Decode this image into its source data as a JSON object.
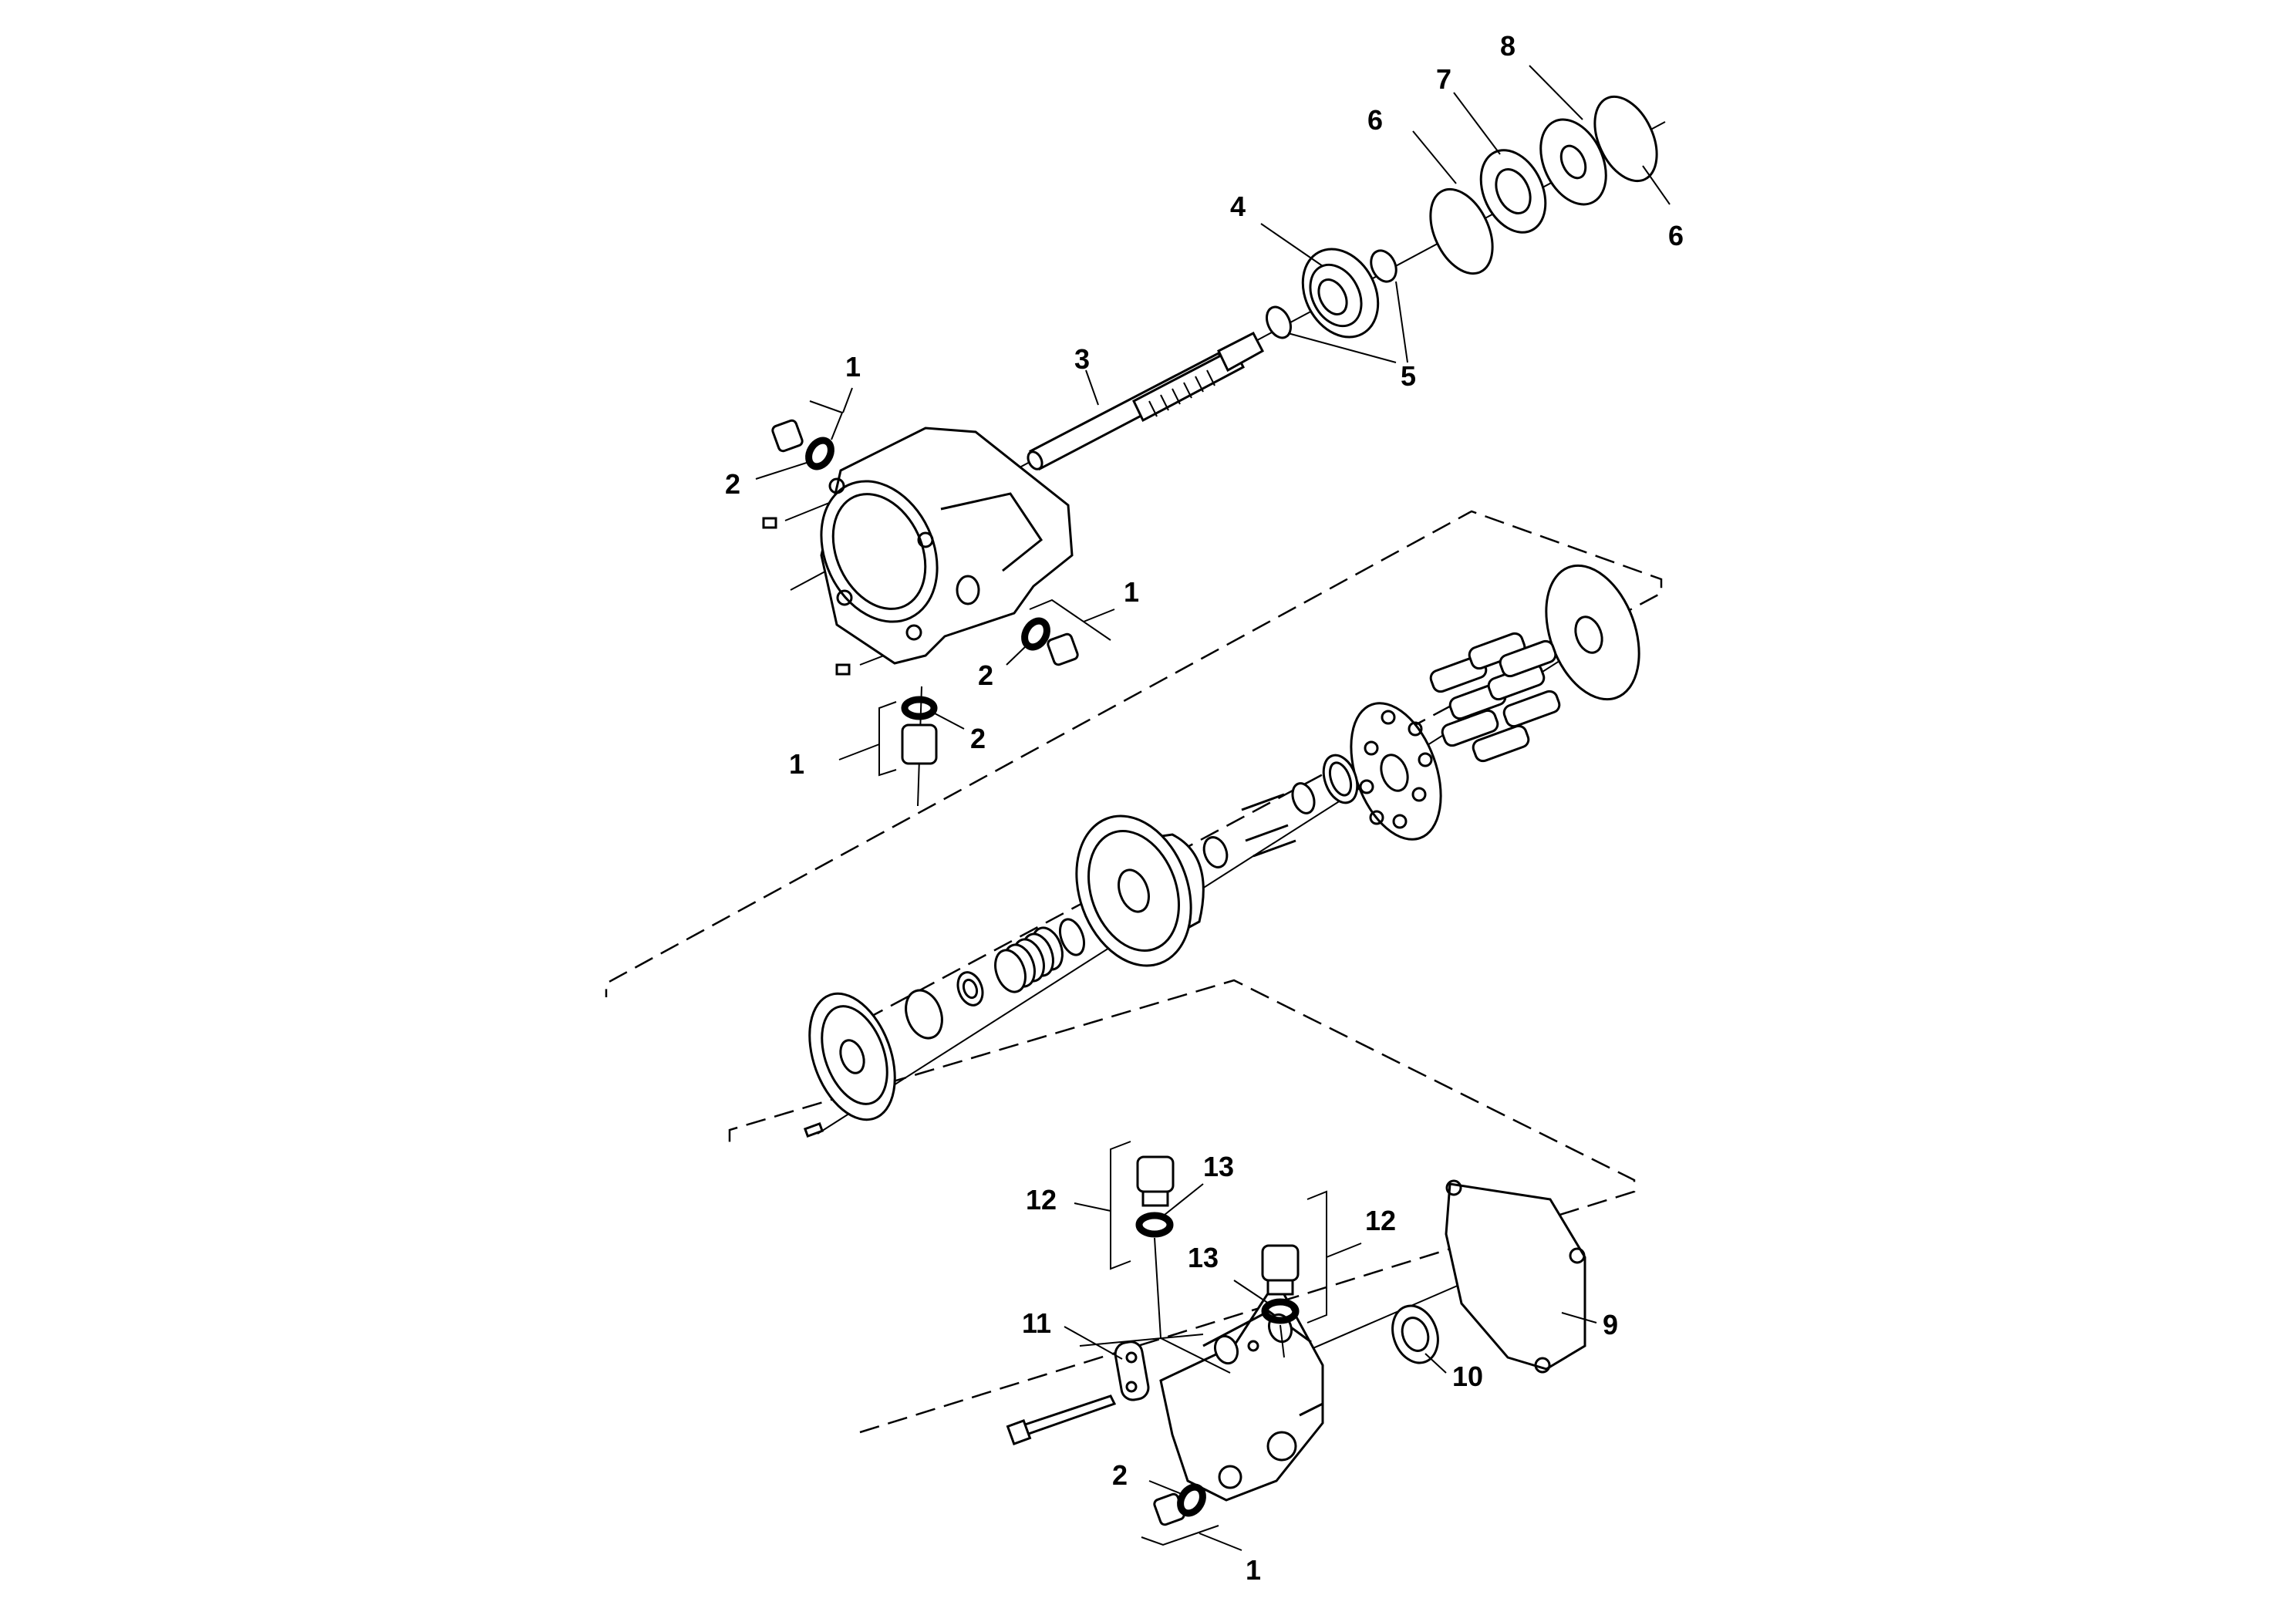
{
  "figure": {
    "type": "exploded-parts-diagram",
    "line_color": "#000000",
    "background_color": "#ffffff"
  },
  "callouts": {
    "housing_plug_top": "1",
    "housing_oring_top": "2",
    "housing_plug_side": "1",
    "housing_oring_side": "2",
    "housing_plug_bottom": "1",
    "housing_oring_bottom": "2",
    "shaft": "3",
    "bearing": "4",
    "snap_ring_small": "5",
    "retaining_ring_left": "6",
    "shaft_seal": "7",
    "washer": "8",
    "retaining_ring_right": "6",
    "gasket": "9",
    "needle_bearing": "10",
    "bolt_bracket": "11",
    "relief_valve_left": "12",
    "relief_oring_left": "13",
    "relief_valve_right": "12",
    "relief_oring_right": "13",
    "endcap_oring": "2",
    "endcap_plug": "1"
  }
}
